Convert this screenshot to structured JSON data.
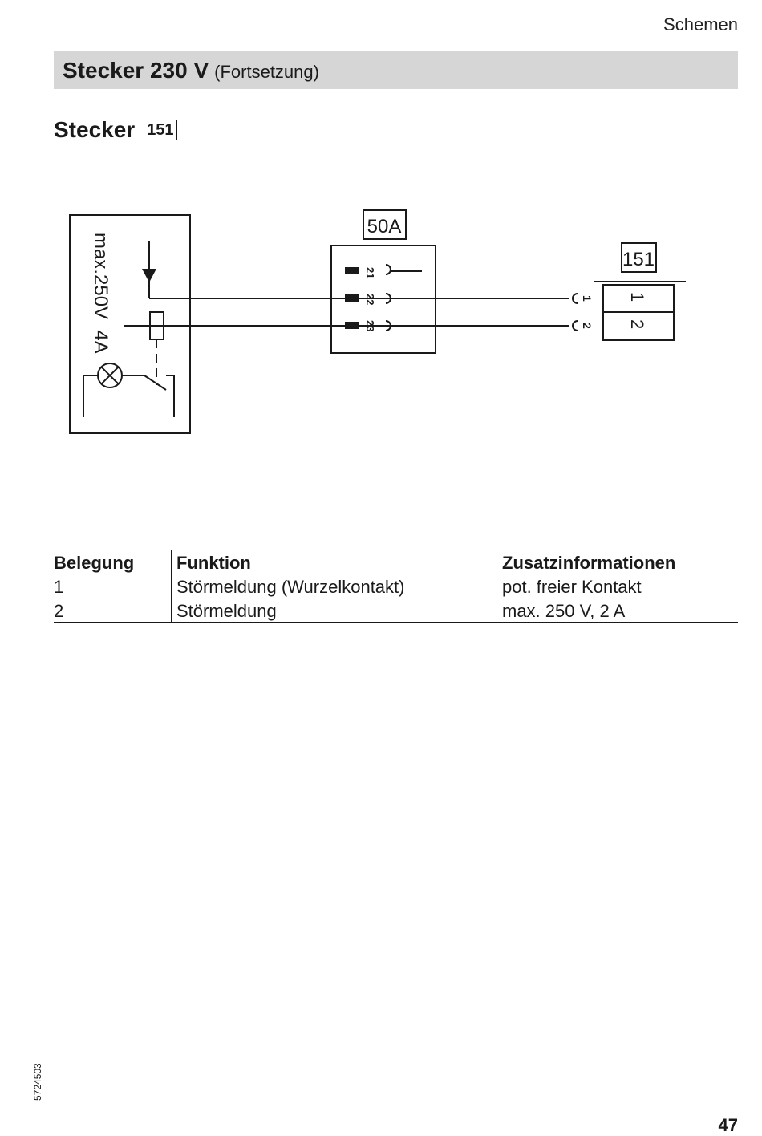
{
  "header": {
    "section": "Schemen"
  },
  "title": {
    "main": "Stecker 230 V",
    "sub": "(Fortsetzung)"
  },
  "subheading": {
    "text": "Stecker",
    "plug_number": "151"
  },
  "diagram": {
    "rating_label": "max.250V  4A",
    "module_label": "50A",
    "module_pins": [
      "21",
      "22",
      "23"
    ],
    "plug_label": "151",
    "wire_numbers": [
      "1",
      "2"
    ],
    "terminal_numbers": [
      "1",
      "2"
    ]
  },
  "table": {
    "headers": [
      "Belegung",
      "Funktion",
      "Zusatzinformationen"
    ],
    "rows": [
      [
        "1",
        "Störmeldung (Wurzelkontakt)",
        "pot. freier Kontakt"
      ],
      [
        "2",
        "Störmeldung",
        "max. 250 V, 2 A"
      ]
    ]
  },
  "footer": {
    "doc_number": "5724503",
    "page_number": "47"
  }
}
